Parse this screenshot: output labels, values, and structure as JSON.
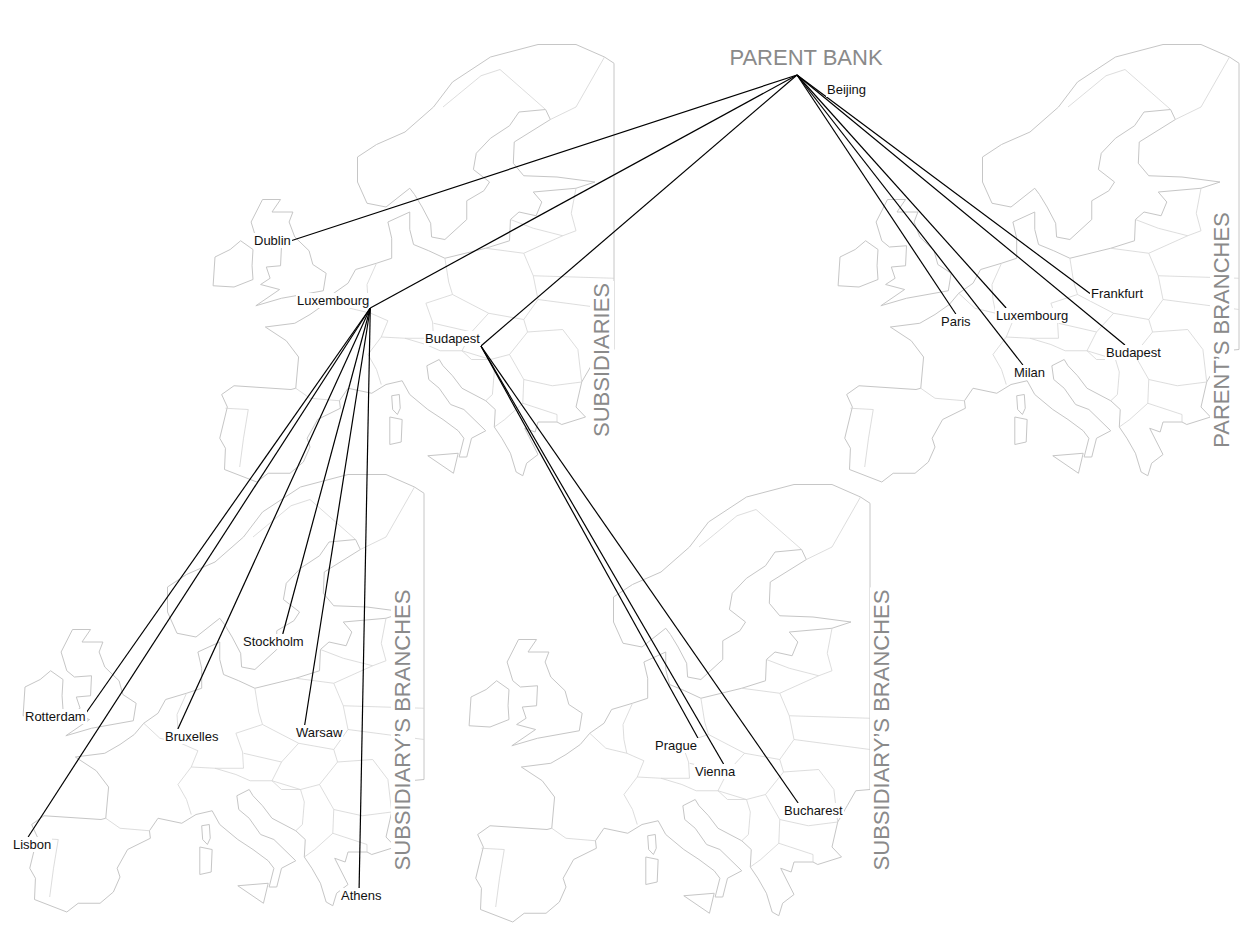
{
  "diagram": {
    "nodes": [
      {
        "text": [
          "Beijing"
        ]
      },
      {
        "text": [
          "Dublin"
        ]
      },
      {
        "text": [
          "Luxembourg"
        ]
      },
      {
        "text": [
          "Budapest"
        ]
      },
      {
        "text": [
          "Paris"
        ]
      },
      {
        "text": [
          "Luxembourg"
        ]
      },
      {
        "text": [
          "Frankfurt"
        ]
      },
      {
        "text": [
          "Milan"
        ]
      },
      {
        "text": [
          "Budapest"
        ]
      },
      {
        "text": [
          "Lisbon"
        ]
      },
      {
        "text": [
          "Rotterdam"
        ]
      },
      {
        "text": [
          "Bruxelles"
        ]
      },
      {
        "text": [
          "Stockholm"
        ]
      },
      {
        "text": [
          "Warsaw"
        ]
      },
      {
        "text": [
          "Athens"
        ]
      },
      {
        "text": [
          "Prague"
        ]
      },
      {
        "text": [
          "Vienna"
        ]
      },
      {
        "text": [
          "Bucharest"
        ]
      }
    ],
    "edges": [
      {
        "from": 0,
        "to": 1,
        "arrow": "none"
      },
      {
        "from": 0,
        "to": 2,
        "arrow": "none"
      },
      {
        "from": 0,
        "to": 3,
        "arrow": "none"
      },
      {
        "from": 0,
        "to": 4,
        "arrow": "none"
      },
      {
        "from": 0,
        "to": 5,
        "arrow": "none"
      },
      {
        "from": 0,
        "to": 6,
        "arrow": "none"
      },
      {
        "from": 0,
        "to": 7,
        "arrow": "none"
      },
      {
        "from": 0,
        "to": 8,
        "arrow": "none"
      },
      {
        "from": 2,
        "to": 9,
        "arrow": "none"
      },
      {
        "from": 2,
        "to": 10,
        "arrow": "none"
      },
      {
        "from": 2,
        "to": 11,
        "arrow": "none"
      },
      {
        "from": 2,
        "to": 12,
        "arrow": "none"
      },
      {
        "from": 2,
        "to": 13,
        "arrow": "none"
      },
      {
        "from": 2,
        "to": 14,
        "arrow": "none"
      },
      {
        "from": 3,
        "to": 15,
        "arrow": "none"
      },
      {
        "from": 3,
        "to": 16,
        "arrow": "none"
      },
      {
        "from": 3,
        "to": 17,
        "arrow": "none"
      }
    ],
    "labels": [
      "PARENT BANK",
      "SUBSIDIARIES",
      "SUBSIDIARY’S BRANCHES",
      "SUBSIDIARY’S BRANCHES",
      "PARENT’S BRANCHES"
    ]
  }
}
